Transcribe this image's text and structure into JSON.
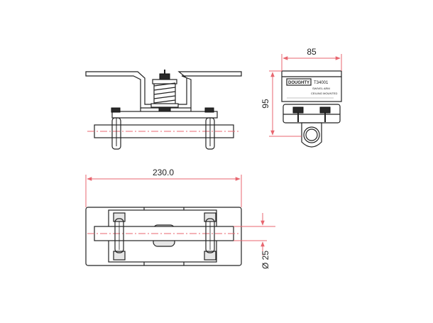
{
  "dimensions": {
    "width_label": "85",
    "height_label": "95",
    "length_label": "230.0",
    "diameter_label": "Ø 25"
  },
  "label_plate": {
    "brand": "DOUGHTY",
    "code": "T34001",
    "line1": "SWIVEL ARM",
    "line2": "CEILING MOUNTED"
  },
  "colors": {
    "dimension_line": "#e8666f",
    "outline": "#222222"
  }
}
